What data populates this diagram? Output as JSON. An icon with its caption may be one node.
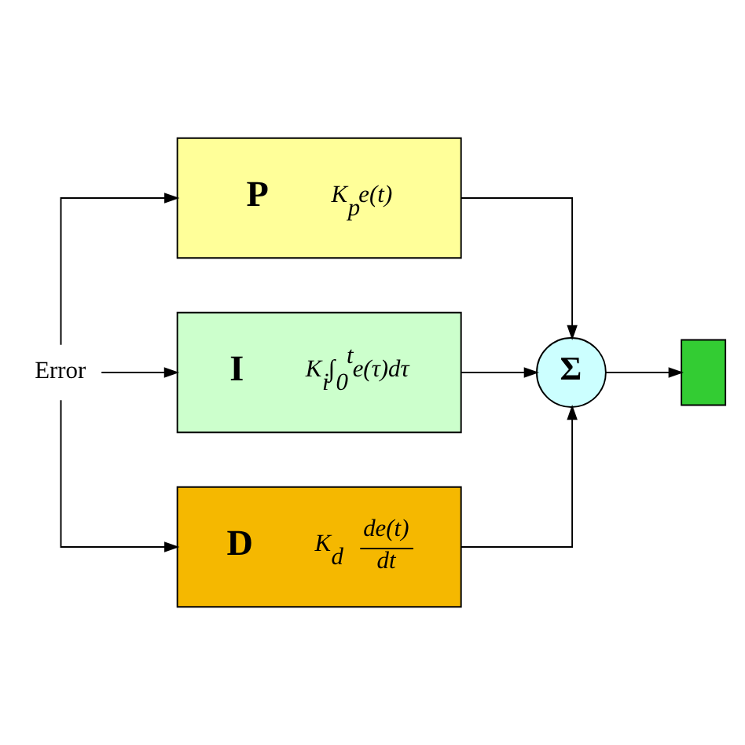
{
  "diagram": {
    "nodes": [
      {
        "text": [
          "Error"
        ]
      },
      {
        "text": [
          "P",
          "K$_{p}$e(t)"
        ]
      },
      {
        "text": [
          "I",
          "K$_{i}$∫$_{0}$$^{t}$e(τ)dτ"
        ]
      },
      {
        "text": [
          "D",
          "K$_{d}$",
          "de(t)",
          "dt"
        ]
      },
      {
        "text": [
          "Σ"
        ]
      },
      {
        "text": [],
        "shape": "box"
      }
    ],
    "edges": [
      {
        "from": 0,
        "to": 1,
        "arrow": "to"
      },
      {
        "from": 0,
        "to": 2,
        "arrow": "to"
      },
      {
        "from": 0,
        "to": 3,
        "arrow": "to"
      },
      {
        "from": 1,
        "to": 4,
        "arrow": "to"
      },
      {
        "from": 2,
        "to": 4,
        "arrow": "to"
      },
      {
        "from": 3,
        "to": 4,
        "arrow": "to"
      },
      {
        "from": 4,
        "to": 5,
        "arrow": "to"
      }
    ]
  }
}
